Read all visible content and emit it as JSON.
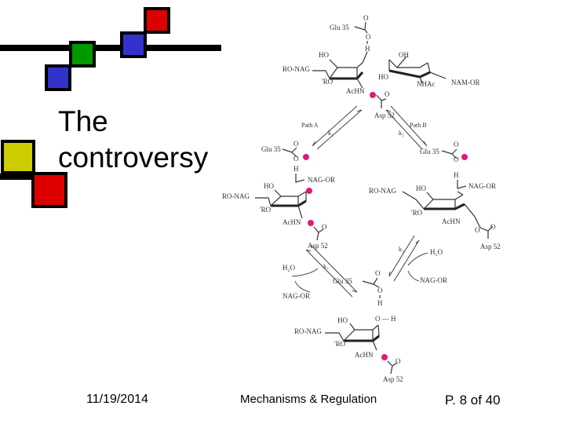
{
  "slide": {
    "title_line1": "The",
    "title_line2": "controversy",
    "footer_date": "11/19/2014",
    "footer_center": "Mechanisms & Regulation",
    "footer_page": "P. 8 of 40"
  },
  "decoration": {
    "colors": {
      "red": "#dd0000",
      "green": "#009900",
      "blue": "#3333cc",
      "yellow": "#cccc00",
      "bar": "#000000"
    }
  },
  "scheme": {
    "charge_color": "#e0197d",
    "top": {
      "glu": "Glu 35",
      "o1": "O",
      "o2": "O",
      "h": "H",
      "ho": "HO",
      "oh": "OH",
      "ronag": "RO-NAG",
      "ro": "'RO",
      "ho2": "HO",
      "nhac": "NHAc",
      "namor": "NAM-OR",
      "achn": "AcHN",
      "asp": "Asp 52"
    },
    "path_a": {
      "label": "Path A",
      "k": "k₂"
    },
    "path_b": {
      "label": "Path B",
      "k": "k₂"
    },
    "left": {
      "glu": "Glu 35",
      "o": "O",
      "h": "H",
      "nagor": "NAG-OR",
      "ho": "HO",
      "ronag": "RO-NAG",
      "ro": "'RO",
      "achn": "AcHN",
      "asp": "Asp 52"
    },
    "right": {
      "glu": "Glu 35",
      "o": "O",
      "h": "H",
      "nagor": "NAG-OR",
      "ho": "HO",
      "ronag": "RO-NAG",
      "ro": "'RO",
      "achn": "AcHN",
      "asp": "Asp 52"
    },
    "left_step": {
      "h2o": "H₂O",
      "k": "k₃",
      "nagor": "NAG-OR"
    },
    "right_step": {
      "k": "k₃",
      "h2o": "H₂O",
      "nagor": "NAG-OR"
    },
    "bottom": {
      "glu": "Glu 35",
      "o": "O",
      "h": "H",
      "ho": "HO",
      "oh": "O — H",
      "ronag": "RO-NAG",
      "ro": "'RO",
      "achn": "AcHN",
      "asp": "Asp 52"
    }
  }
}
